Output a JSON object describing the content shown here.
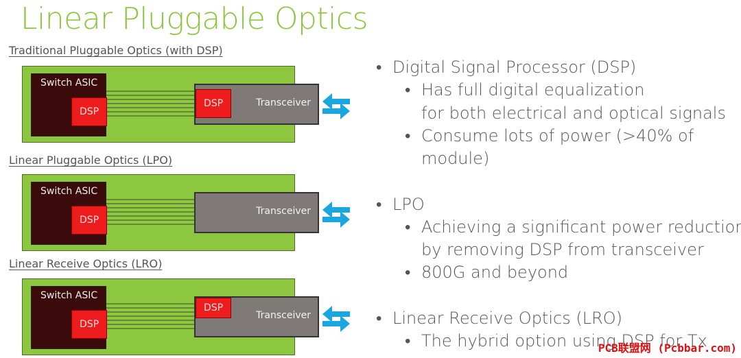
{
  "title": "Linear Pluggable Optics",
  "sections": [
    {
      "label": "Traditional Pluggable Optics (with DSP)",
      "asic": "Switch ASIC",
      "asic_dsp": "DSP",
      "trx_dsp": "DSP",
      "transceiver": "Transceiver"
    },
    {
      "label": "Linear Pluggable Optics (LPO)",
      "asic": "Switch ASIC",
      "asic_dsp": "DSP",
      "transceiver": "Transceiver"
    },
    {
      "label": "Linear Receive Optics (LRO)",
      "asic": "Switch ASIC",
      "asic_dsp": "DSP",
      "trx_dsp": "DSP",
      "transceiver": "Transceiver"
    }
  ],
  "bullets": {
    "dsp": {
      "head": "Digital Signal Processor (DSP)",
      "sub1_line1": "Has full digital equalization",
      "sub1_line2": "for both electrical and optical signals",
      "sub2_line1": "Consume lots of power (>40% of",
      "sub2_line2": "module)"
    },
    "lpo": {
      "head": "LPO",
      "sub1_line1": "Achieving a significant power reduction",
      "sub1_line2": "by removing DSP from transceiver",
      "sub2": "800G and beyond"
    },
    "lro": {
      "head": "Linear Receive Optics (LRO)",
      "sub1": "The hybrid option using DSP for Tx"
    }
  },
  "colors": {
    "title": "#8cc63f",
    "board": "#8dc63f",
    "asic": "#3b0b0b",
    "dsp": "#ee1c1c",
    "transceiver": "#7f7a78",
    "arrow": "#1aa7e0"
  },
  "watermark": "PCB联盟网 (Pcbbar.com)"
}
